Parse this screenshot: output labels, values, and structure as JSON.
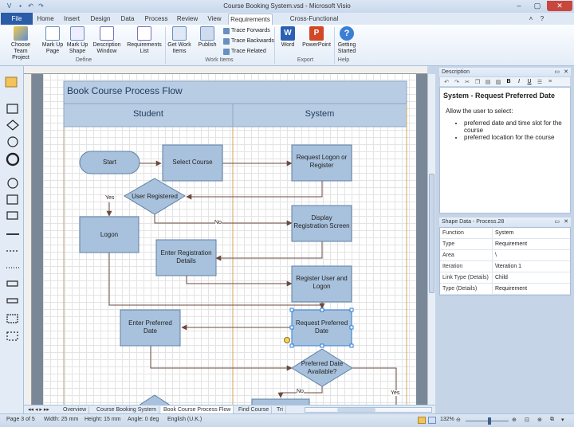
{
  "window": {
    "title": "Course Booking System.vsd - Microsoft Visio"
  },
  "tabs": [
    "File",
    "Home",
    "Insert",
    "Design",
    "Data",
    "Process",
    "Review",
    "View",
    "Requirements",
    "Cross-Functional Flowchart"
  ],
  "active_tab": "Requirements",
  "ribbon": {
    "buttons": [
      {
        "label": "Choose Team Project"
      },
      {
        "label": "Mark Up Page"
      },
      {
        "label": "Mark Up Shape"
      },
      {
        "label": "Description Window"
      },
      {
        "label": "Requirements List"
      },
      {
        "label": "Get Work Items"
      },
      {
        "label": "Publish"
      },
      {
        "label": "Word"
      },
      {
        "label": "PowerPoint"
      },
      {
        "label": "Getting Started"
      }
    ],
    "small_buttons": [
      "Trace Forwards",
      "Trace Backwards",
      "Trace Related"
    ],
    "groups": [
      "Define",
      "Work Items",
      "Export",
      "Help"
    ]
  },
  "diagram": {
    "title": "Book Course Process Flow",
    "lanes": [
      "Student",
      "System"
    ],
    "shapes": {
      "start": "Start",
      "select_course": "Select Course",
      "request_logon": "Request Logon or Register",
      "user_registered": "User Registered",
      "logon": "Logon",
      "display_registration": "Display Registration Screen",
      "enter_registration": "Enter Registration Details",
      "register_user": "Register User and Logon",
      "enter_preferred": "Enter Preferred Date",
      "request_preferred": "Request Preferred Date",
      "preferred_available": "Preferred Date Available?"
    },
    "labels": {
      "yes1": "Yes",
      "no1": "No",
      "no2": "No",
      "yes2": "Yes"
    }
  },
  "page_tabs": [
    "Overview",
    "Course Booking System",
    "Book Course Process Flow",
    "Find Course",
    "Tri"
  ],
  "active_page_tab": "Book Course Process Flow",
  "description_panel": {
    "header": "Description",
    "title": "System - Request Preferred Date",
    "intro": "Allow the user to select:",
    "bullets": [
      "preferred date and time slot for the course",
      "preferred location for the course"
    ]
  },
  "shape_data_panel": {
    "header": "Shape Data - Process.28",
    "rows": [
      {
        "key": "Function",
        "value": "System"
      },
      {
        "key": "Type",
        "value": "Requirement"
      },
      {
        "key": "Area",
        "value": "\\"
      },
      {
        "key": "Iteration",
        "value": "\\Iteration 1"
      },
      {
        "key": "Link Type (Details)",
        "value": "Child"
      },
      {
        "key": "Type (Details)",
        "value": "Requirement"
      }
    ]
  },
  "status": {
    "page": "Page 3 of 5",
    "width": "Width: 25 mm",
    "height": "Height: 15 mm",
    "angle": "Angle: 0 deg",
    "language": "English (U.K.)",
    "zoom": "132%"
  },
  "colors": {
    "accent": "#2a5ca8",
    "shape_fill": "#a8c2dd",
    "shape_border": "#5e7fa5",
    "lane_header": "#b8cde3",
    "arrow": "#6b4a3f"
  }
}
